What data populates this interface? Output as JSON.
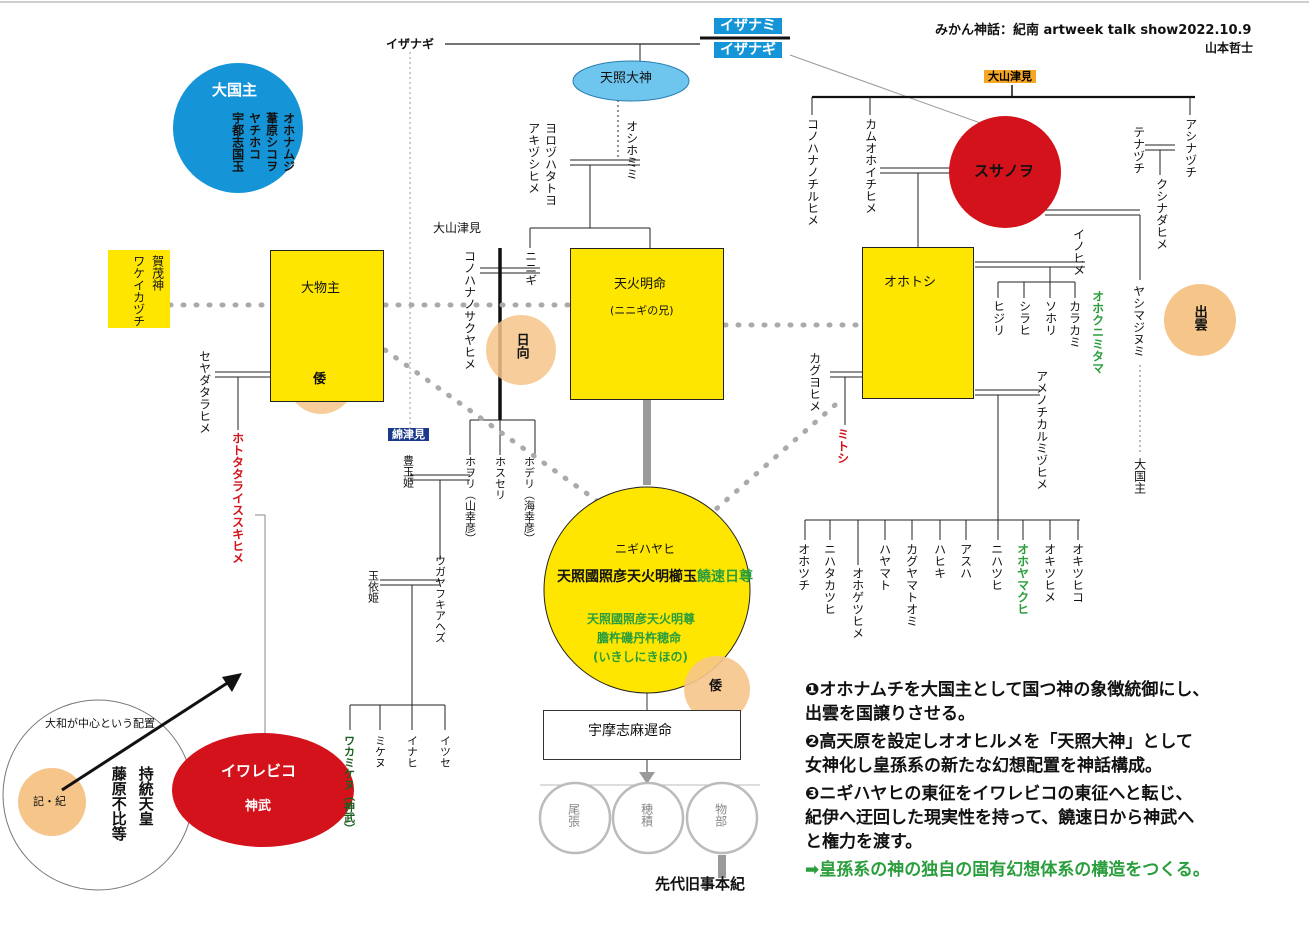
{
  "credit": {
    "line1": "みかん神話：紀南 artweek talk show2022.10.9",
    "line2": "山本哲士"
  },
  "top": {
    "izanami": "イザナミ",
    "izanagi_tag": "イザナギ",
    "izanagi": "イザナギ",
    "amaterasu": "天照大神"
  },
  "okuninushi": {
    "title": "大国主",
    "names": [
      "オホナムジ",
      "葦原シコヲ",
      "ヤチホコ",
      "宇都志国玉"
    ]
  },
  "left": {
    "kamo": "賀茂神",
    "wakeikazuchi": "ワケイカヅチ",
    "omononushi": "大物主",
    "wa": "倭",
    "seyadatara": "セヤダタラヒメ",
    "hototatara": "ホトタタライススキヒメ"
  },
  "center": {
    "yorozuhatatoyo": "ヨロヅハタトヨ",
    "akizushihime": "アキヅシヒメ",
    "oshihomimi": "オシホミミ",
    "oyamatsumi": "大山津見",
    "konohanasakuya": "コノハナノサクヤヒメ",
    "ninigi": "ニニギ",
    "hyuga": "日向",
    "amenohoakari": "天火明命",
    "amenohoakari_sub": "(ニニギの兄)",
    "watatsumi": "綿津見",
    "toyotama": "豊玉姫",
    "hoori": "ホヲリ（山幸彦）",
    "hosuseri": "ホスセリ",
    "hoderi": "ホデリ（海幸彦）",
    "tamayori": "玉依姫",
    "ugaya": "ウガヤフキアヘズ",
    "wakamikenu": "ワカミケヌ（神武）",
    "mikenu": "ミケヌ",
    "inahi": "イナヒ",
    "itsuse": "イツセ"
  },
  "nigihayahi": {
    "top": "ニギハヤヒ",
    "main_a": "天照國照彦天火明櫛玉",
    "main_b": "饒速日尊",
    "green1": "天照國照彦天火明尊",
    "green2": "膽杵磯丹杵穂命",
    "green3": "(いきしにきほの)",
    "wa": "倭"
  },
  "umashimaji": "宇摩志麻遅命",
  "gray_circles": [
    "尾張",
    "穂積",
    "物部"
  ],
  "sendai": "先代旧事本紀",
  "right": {
    "oyamatsumi_tag": "大山津見",
    "susanoo": "スサノヲ",
    "kamuoichi": "カムオホイチヒメ",
    "konohanachiru": "コノハナノチルヒメ",
    "ashinazuchi": "アシナヅチ",
    "tenazuchi": "テナヅチ",
    "kushinada": "クシナダヒメ",
    "yashimajinumi": "ヤシマジヌミ",
    "okuninushi2": "大国主",
    "izumo": "出雲",
    "otoshi": "オホトシ",
    "inohime": "イノヒメ",
    "karakami": "カラカミ",
    "sohori": "ソホリ",
    "shirahi": "シラヒ",
    "hijiri": "ヒジリ",
    "okunimitama": "オホクニミタマ",
    "kaguyohime": "カグヨヒメ",
    "mitoshi": "ミトシ",
    "amechikaru": "アメノチカルミヅヒメ",
    "children": [
      "オホツチ",
      "ニハタカツヒ",
      "オホゲツヒメ",
      "ハヤマト",
      "カグヤマトオミ",
      "ハヒキ",
      "アスハ",
      "ニハツヒ",
      "オホヤマクヒ",
      "オキツヒメ",
      "オキツヒコ"
    ]
  },
  "bottom_left": {
    "yamato": "大和が中心という配置",
    "kiki": "記・紀",
    "jito": "持統天皇",
    "fujiwara": "藤原不比等",
    "iware": "イワレビコ",
    "jimmu": "神武"
  },
  "notes": [
    "❶オホナムチを大国主として国つ神の象徴統御にし、",
    "出雲を国譲りさせる。",
    "❷高天原を設定しオオヒルメを「天照大神」として",
    "女神化し皇孫系の新たな幻想配置を神話構成。",
    "❸ニギハヤヒの東征をイワレビコの東征へと転じ、",
    "紀伊へ迂回した現実性を持って、饒速日から神武へ",
    "と権力を渡す。",
    "➡皇孫系の神の独自の固有幻想体系の構造をつくる。"
  ],
  "colors": {
    "yellow": "#ffe600",
    "red": "#d4121b",
    "blue": "#1595d8",
    "lightblue": "#6ec6ee",
    "peach": "#f6c58a",
    "green": "#2a9e3c"
  }
}
